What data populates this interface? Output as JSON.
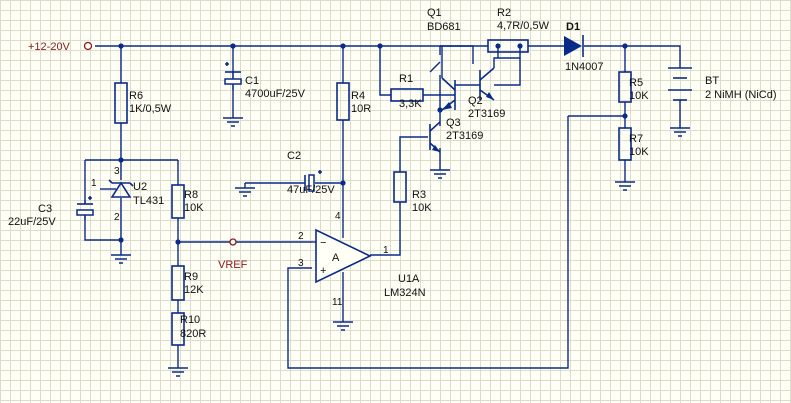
{
  "power": {
    "label": "+12-20V"
  },
  "net_vref": "VREF",
  "components": {
    "R1": {
      "ref": "R1",
      "value": "3,3K"
    },
    "R2": {
      "ref": "R2",
      "value": "4,7R/0,5W"
    },
    "R3": {
      "ref": "R3",
      "value": "10K"
    },
    "R4": {
      "ref": "R4",
      "value": "10R"
    },
    "R5": {
      "ref": "R5",
      "value": "10K"
    },
    "R6": {
      "ref": "R6",
      "value": "1K/0,5W"
    },
    "R7": {
      "ref": "R7",
      "value": "10K"
    },
    "R8": {
      "ref": "R8",
      "value": "10K"
    },
    "R9": {
      "ref": "R9",
      "value": "12K"
    },
    "R10": {
      "ref": "R10",
      "value": "820R"
    },
    "C1": {
      "ref": "C1",
      "value": "4700uF/25V"
    },
    "C2": {
      "ref": "C2",
      "value": "47uF/25V"
    },
    "C3": {
      "ref": "C3",
      "value": "22uF/25V"
    },
    "Q1": {
      "ref": "Q1",
      "value": "BD681"
    },
    "Q2": {
      "ref": "Q2",
      "value": "2T3169"
    },
    "Q3": {
      "ref": "Q3",
      "value": "2T3169"
    },
    "D1": {
      "ref": "D1",
      "value": "1N4007"
    },
    "U2": {
      "ref": "U2",
      "value": "TL431"
    },
    "U1A": {
      "ref": "U1A",
      "value": "LM324N",
      "inner": "A"
    },
    "BT": {
      "ref": "BT",
      "value": "2 NiMH (NiCd)"
    }
  },
  "pins": {
    "u2_1": "1",
    "u2_2": "2",
    "u2_3": "3",
    "op_in_neg": "2",
    "op_in_pos": "3",
    "op_out": "1",
    "op_vcc": "4",
    "op_gnd": "11",
    "minus_sign": "−",
    "plus_sign": "+"
  }
}
